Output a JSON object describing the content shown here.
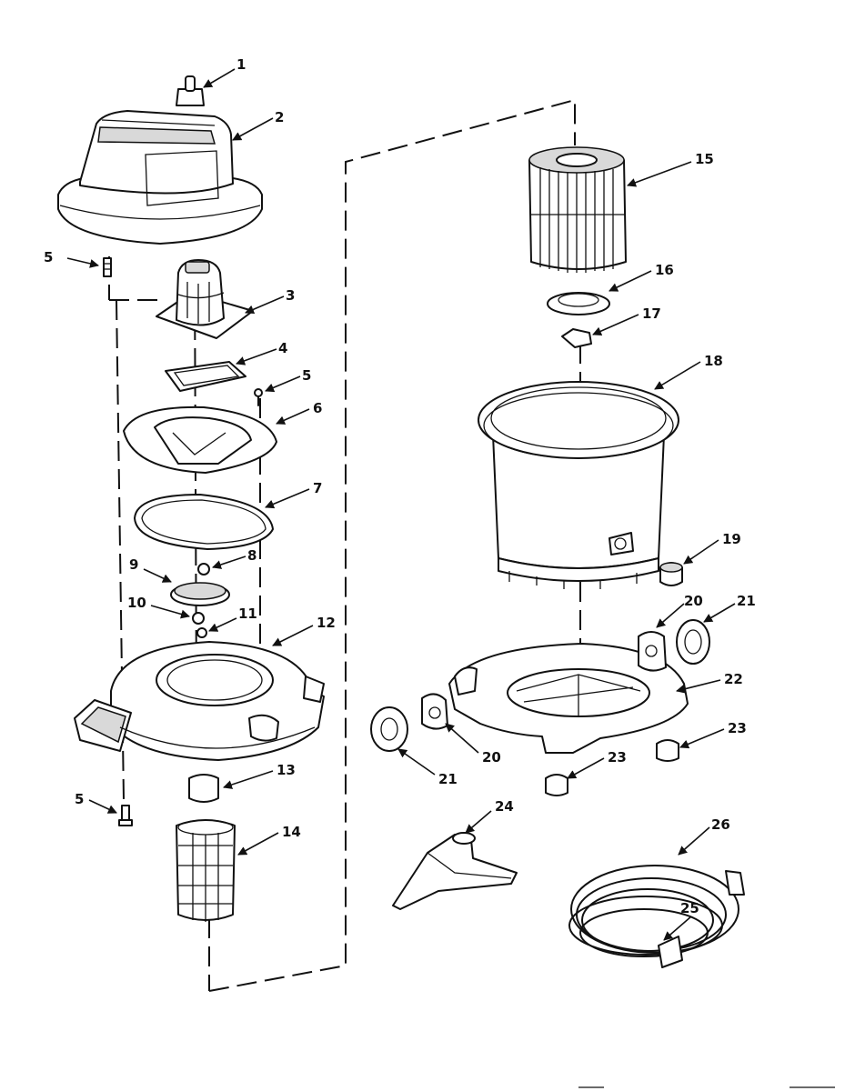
{
  "diagram": {
    "type": "exploded-parts-view",
    "callouts": {
      "c1": "1",
      "c2": "2",
      "c3": "3",
      "c4": "4",
      "c5a": "5",
      "c5b": "5",
      "c5c": "5",
      "c6": "6",
      "c7": "7",
      "c8": "8",
      "c9": "9",
      "c10": "10",
      "c11": "11",
      "c12": "12",
      "c13": "13",
      "c14": "14",
      "c15": "15",
      "c16": "16",
      "c17": "17",
      "c18": "18",
      "c19": "19",
      "c20a": "20",
      "c20b": "20",
      "c21a": "21",
      "c21b": "21",
      "c22": "22",
      "c23a": "23",
      "c23b": "23",
      "c24": "24",
      "c25": "25",
      "c26": "26"
    }
  }
}
